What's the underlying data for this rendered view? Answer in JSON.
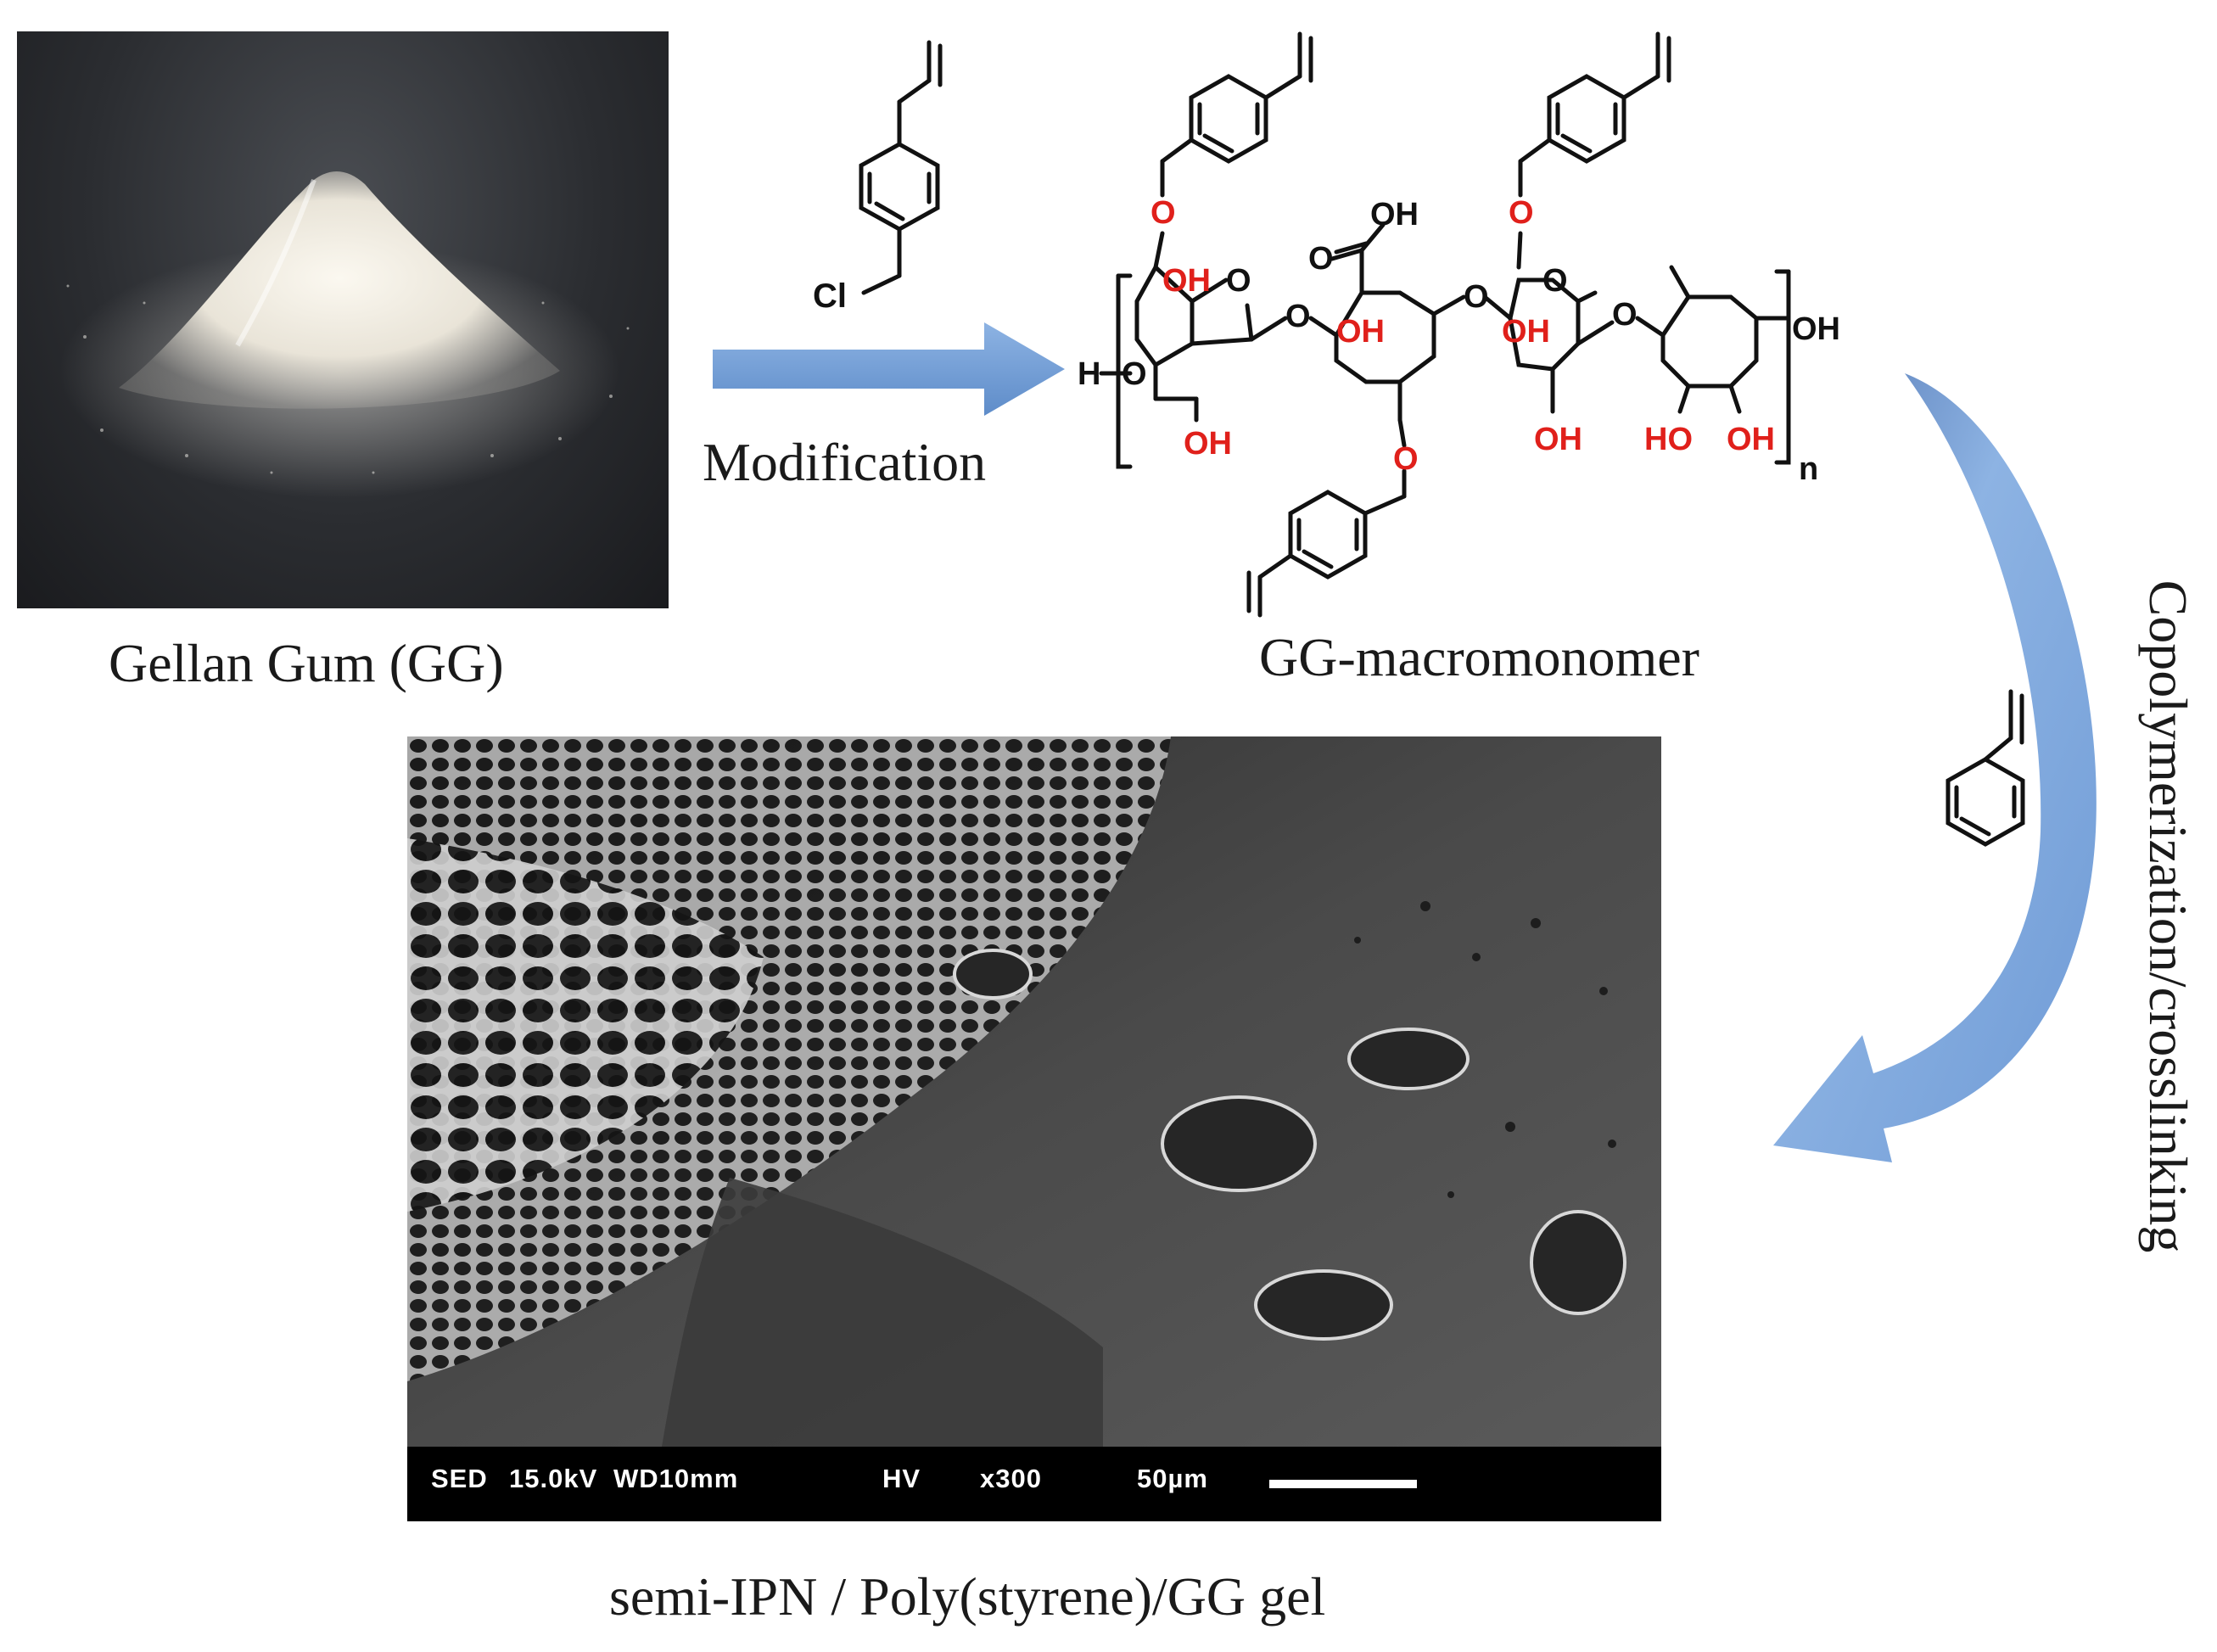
{
  "photo": {
    "caption": "Gellan Gum (GG)"
  },
  "reagent": {
    "chlorine_label": "Cl"
  },
  "step1": {
    "label": "Modification"
  },
  "macromonomer": {
    "caption": "GG-macromonomer",
    "labels": {
      "oh": "OH",
      "ho": "HO",
      "o": "O",
      "h": "H",
      "n": "n"
    }
  },
  "step2": {
    "label": "Copolymerization/crosslinking"
  },
  "sem": {
    "caption": "semi-IPN / Poly(styrene)/GG gel",
    "databar": {
      "detector": "SED",
      "voltage": "15.0kV",
      "wd": "WD10mm",
      "mode": "HV",
      "magnification": "x300",
      "scale": "50µm"
    }
  },
  "colors": {
    "arrow": "#6f9bd6",
    "heteroatom": "#e0201b",
    "bond": "#111111"
  }
}
